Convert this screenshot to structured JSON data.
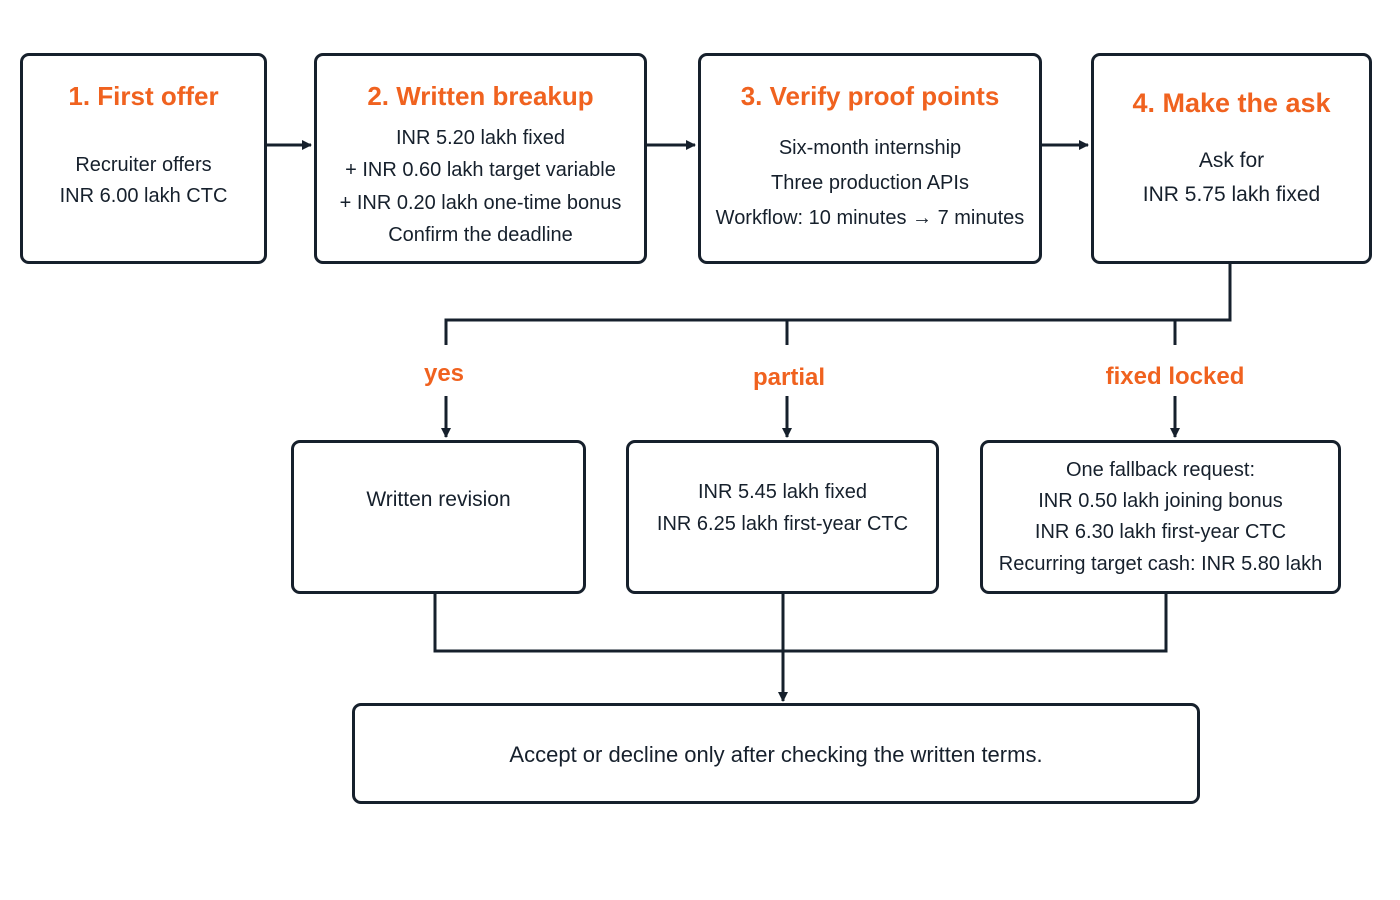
{
  "steps": [
    {
      "title": "1. First offer",
      "lines": [
        "Recruiter offers",
        "INR 6.00 lakh CTC"
      ]
    },
    {
      "title": "2. Written breakup",
      "lines": [
        "INR 5.20 lakh fixed",
        "+ INR 0.60 lakh target variable",
        "+ INR 0.20 lakh one-time bonus",
        "Confirm the deadline"
      ]
    },
    {
      "title": "3. Verify proof points",
      "lines": [
        "Six-month internship",
        "Three production APIs",
        "Workflow: 10 minutes → 7 minutes"
      ]
    },
    {
      "title": "4. Make the ask",
      "lines": [
        "Ask for",
        "INR 5.75 lakh fixed"
      ]
    }
  ],
  "branches": [
    {
      "label": "yes",
      "lines": [
        "Written revision"
      ]
    },
    {
      "label": "partial",
      "lines": [
        "INR 5.45 lakh fixed",
        "INR 6.25 lakh first-year CTC"
      ]
    },
    {
      "label": "fixed locked",
      "lines": [
        "One fallback request:",
        "INR 0.50 lakh joining bonus",
        "INR 6.30 lakh first-year CTC",
        "Recurring target cash: INR 5.80 lakh"
      ]
    }
  ],
  "final": {
    "text": "Accept or decline only after checking the written terms."
  },
  "colors": {
    "accent": "#f0621f",
    "ink": "#16202c",
    "background": "#ffffff"
  }
}
